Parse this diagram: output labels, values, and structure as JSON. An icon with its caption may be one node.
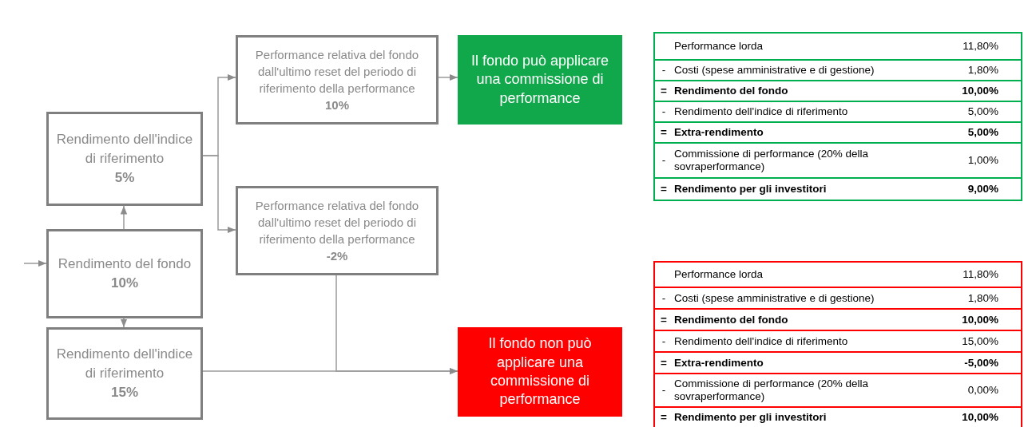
{
  "diagram": {
    "nodes": [
      {
        "text": [
          "Rendimento dell'indice di riferimento",
          "5%"
        ]
      },
      {
        "text": [
          "Rendimento del fondo",
          "10%"
        ]
      },
      {
        "text": [
          "Rendimento dell'indice di riferimento",
          "15%"
        ]
      },
      {
        "text": [
          "Performance relativa del fondo dall'ultimo reset del periodo di riferimento della performance",
          "10%"
        ]
      },
      {
        "text": [
          "Performance relativa del fondo dall'ultimo reset del periodo di riferimento della performance",
          "-2%"
        ]
      },
      {
        "text": [
          "Il fondo può applicare una commissione di performance"
        ]
      },
      {
        "text": [
          "Il fondo non può applicare una commissione di performance"
        ]
      }
    ],
    "edges": [
      {
        "from": null,
        "to": 1,
        "arrow": "to"
      },
      {
        "from": 1,
        "to": 0,
        "arrow": "to"
      },
      {
        "from": 1,
        "to": 2,
        "arrow": "to"
      },
      {
        "from": 0,
        "to": 3,
        "arrow": "to"
      },
      {
        "from": 0,
        "to": 4,
        "arrow": "to"
      },
      {
        "from": 3,
        "to": 5,
        "arrow": "to"
      },
      {
        "from": 4,
        "to": 6,
        "arrow": "to"
      },
      {
        "from": 2,
        "to": 6,
        "arrow": "to"
      }
    ],
    "labels": [
      "Performance lorda",
      "11,80%",
      "-",
      "Costi (spese amministrative e di gestione)",
      "1,80%",
      "=",
      "Rendimento del fondo",
      "10,00%",
      "-",
      "Rendimento dell'indice di riferimento",
      "5,00%",
      "=",
      "Extra-rendimento",
      "5,00%",
      "-",
      "Commissione di performance (20% della sovraperformance)",
      "1,00%",
      "=",
      "Rendimento per gli investitori",
      "9,00%",
      "Performance lorda",
      "11,80%",
      "-",
      "Costi (spese amministrative e di gestione)",
      "1,80%",
      "=",
      "Rendimento del fondo",
      "10,00%",
      "-",
      "Rendimento dell'indice di riferimento",
      "15,00%",
      "=",
      "Extra-rendimento",
      "-5,00%",
      "-",
      "Commissione di performance (20% della sovraperformance)",
      "0,00%",
      "=",
      "Rendimento per gli investitori",
      "10,00%"
    ]
  }
}
